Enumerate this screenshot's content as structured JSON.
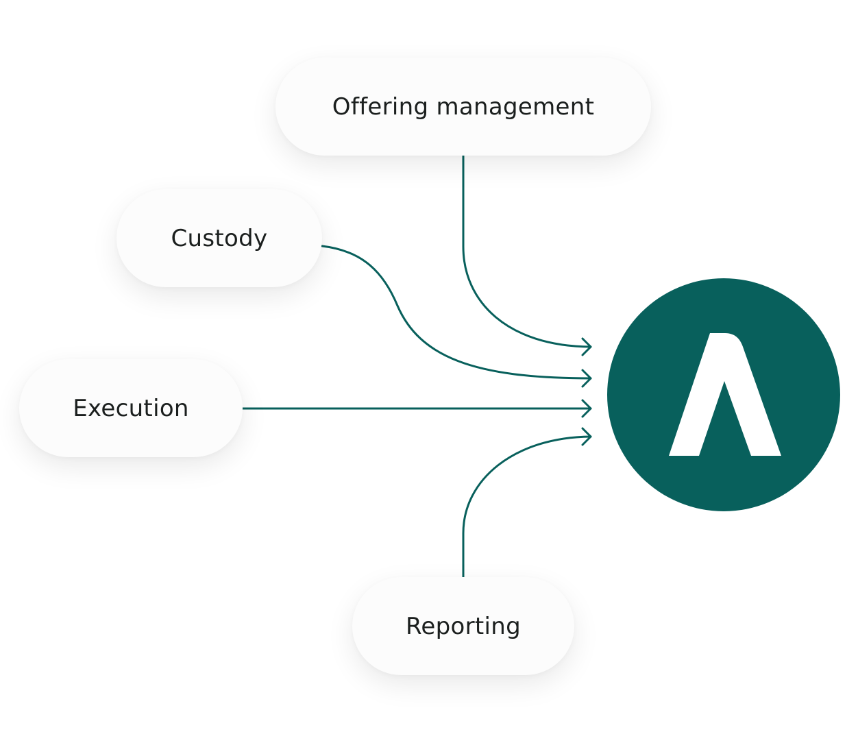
{
  "nodes": {
    "offering": "Offering management",
    "custody": "Custody",
    "execution": "Execution",
    "reporting": "Reporting"
  },
  "hub": {
    "icon": "lambda-logo-icon",
    "color": "#08605c",
    "glyph_color": "#ffffff"
  },
  "colors": {
    "connector": "#08605c",
    "pill_background": "#fcfcfc",
    "text": "#1b1f1e"
  }
}
